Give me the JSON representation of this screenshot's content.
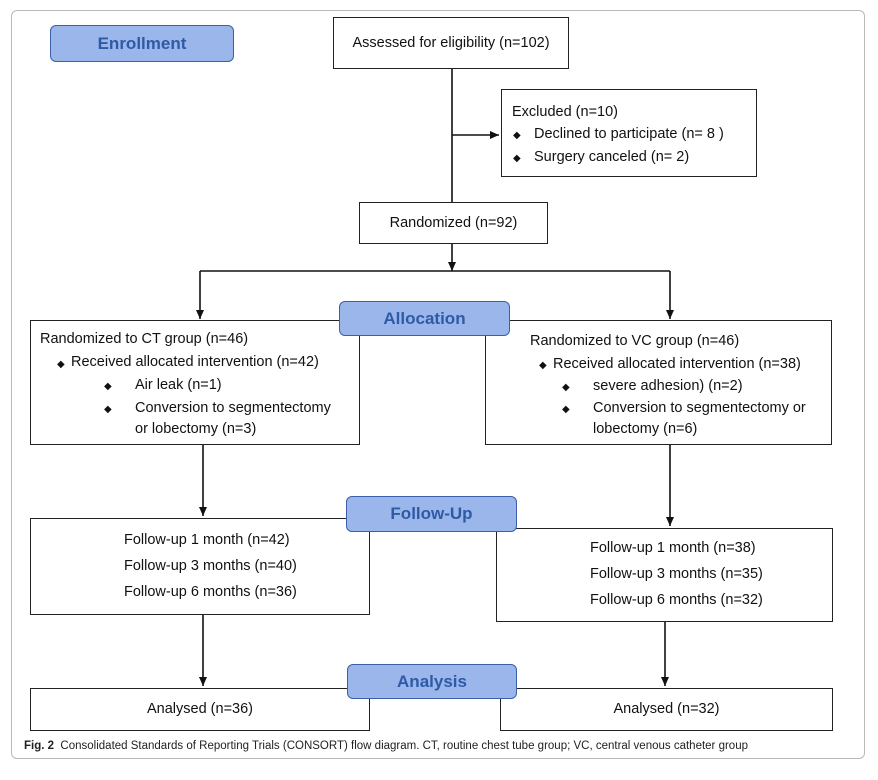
{
  "phases": {
    "enrollment": "Enrollment",
    "allocation": "Allocation",
    "followup": "Follow-Up",
    "analysis": "Analysis"
  },
  "assessed": "Assessed for eligibility (n=102)",
  "excluded": {
    "title": "Excluded (n=10)",
    "items": [
      "Declined to participate (n= 8 )",
      "Surgery canceled (n= 2)"
    ]
  },
  "randomized": "Randomized (n=92)",
  "ct_group": {
    "title": "Randomized to CT group (n=46)",
    "received": "Received allocated intervention (n=42)",
    "sub": [
      "Air leak (n=1)",
      "Conversion to segmentectomy",
      "or lobectomy (n=3)"
    ]
  },
  "vc_group": {
    "title": "Randomized to VC group (n=46)",
    "received": "Received allocated intervention (n=38)",
    "sub": [
      "severe adhesion) (n=2)",
      "Conversion to segmentectomy or",
      "lobectomy (n=6)"
    ]
  },
  "ct_followup": [
    "Follow-up 1 month (n=42)",
    "Follow-up 3 months (n=40)",
    "Follow-up 6 months (n=36)"
  ],
  "vc_followup": [
    "Follow-up 1 month (n=38)",
    "Follow-up 3 months (n=35)",
    "Follow-up 6 months (n=32)"
  ],
  "ct_analysed": "Analysed (n=36)",
  "vc_analysed": "Analysed (n=32)",
  "caption": {
    "label": "Fig. 2",
    "text": "Consolidated Standards of Reporting Trials (CONSORT) flow diagram. CT, routine chest tube group; VC, central venous catheter group"
  },
  "bullet_glyph": "◆",
  "colors": {
    "phase_fill": "#9ab6ea",
    "phase_text": "#2f5aa6",
    "line": "#111111"
  }
}
